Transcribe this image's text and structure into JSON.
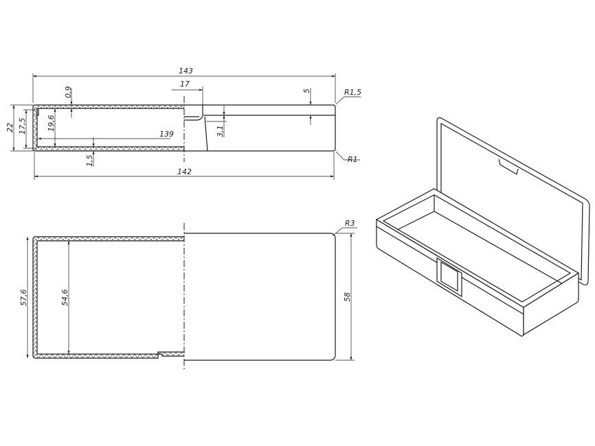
{
  "drawing": {
    "side_view": {
      "dims": {
        "overall_length": "143",
        "lid_offset": "17",
        "wall_top": "0,9",
        "lid_thickness": "5",
        "radius_top": "R1,5",
        "height": "22",
        "inner_height": "17,5",
        "wall_height": "19,6",
        "lid_step": "3,1",
        "inner_length": "139",
        "bottom_wall": "1,5",
        "radius_bottom": "R1",
        "base_length": "142"
      }
    },
    "top_view": {
      "dims": {
        "outer_width": "57,6",
        "inner_width": "54,6",
        "lid_width": "58",
        "corner_radius": "R3"
      }
    }
  }
}
